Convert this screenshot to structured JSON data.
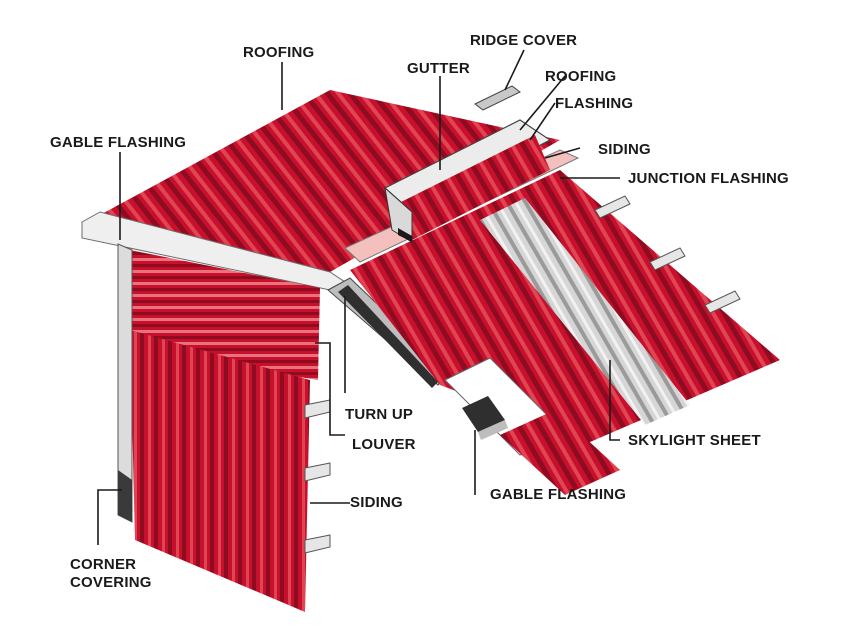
{
  "diagram": {
    "labels": {
      "roofing_top": "ROOFING",
      "ridge_cover": "RIDGE COVER",
      "gutter": "GUTTER",
      "roofing_right": "ROOFING",
      "flashing": "FLASHING",
      "gable_flashing_top": "GABLE FLASHING",
      "siding_right": "SIDING",
      "junction_flashing": "JUNCTION FLASHING",
      "turn_up": "TURN UP",
      "louver": "LOUVER",
      "skylight_sheet": "SKYLIGHT SHEET",
      "siding_bottom": "SIDING",
      "gable_flashing_bottom": "GABLE FLASHING",
      "corner_covering_line1": "CORNER",
      "corner_covering_line2": "COVERING"
    },
    "colors": {
      "roof_red": "#c8102e",
      "roof_dark": "#8e0c1f",
      "roof_light": "#e8505a",
      "flashing_gray": "#d9d9d9",
      "skylight": "#c9c9c9",
      "ridge_pink": "#f4c0bd"
    }
  }
}
